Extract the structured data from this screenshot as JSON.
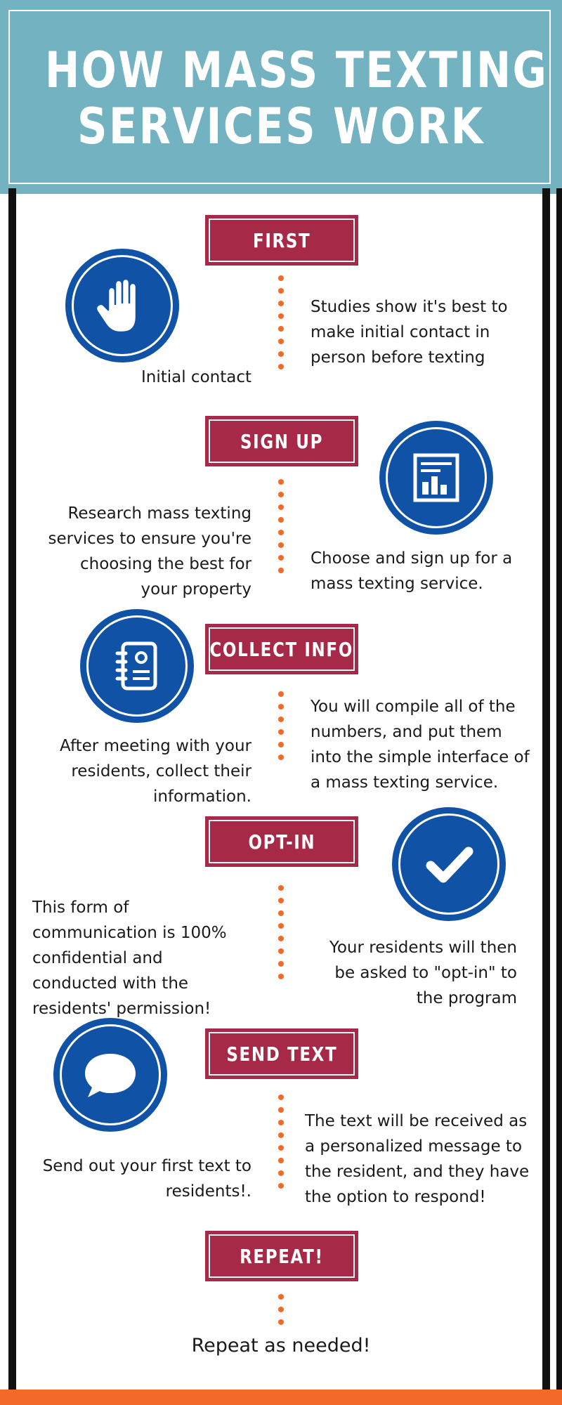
{
  "header": {
    "title_line1": "HOW MASS TEXTING",
    "title_line2": "SERVICES WORK"
  },
  "colors": {
    "header_bg": "#72b2c1",
    "label_bg": "#a62948",
    "icon_bg": "#0f52a6",
    "dots": "#f26a2a",
    "bars": "#111111",
    "footer": "#f26a2a"
  },
  "steps": [
    {
      "label": "FIRST",
      "icon": "raised-hand-icon",
      "text_a": "Initial contact",
      "text_b": "Studies show it's best to make initial contact in person before texting"
    },
    {
      "label": "SIGN UP",
      "icon": "bar-chart-icon",
      "text_a": "Research mass texting services to ensure you're choosing the best for your property",
      "text_b": "Choose and sign up for a mass texting service."
    },
    {
      "label": "COLLECT INFO",
      "icon": "address-book-icon",
      "text_a": "After meeting with your residents, collect their information.",
      "text_b": "You will compile all of the numbers, and put them into the simple interface of a mass texting service."
    },
    {
      "label": "OPT-IN",
      "icon": "checkmark-icon",
      "text_a": "This form of communication is 100% confidential and conducted with the residents' permission!",
      "text_b": "Your residents will then be asked to \"opt-in\" to the program"
    },
    {
      "label": "SEND TEXT",
      "icon": "speech-bubble-icon",
      "text_a": "Send out your first text to residents!.",
      "text_b": "The text will be received as a personalized message to the resident, and they have the option to respond!"
    },
    {
      "label": "REPEAT!",
      "text_a": "Repeat as needed!"
    }
  ]
}
